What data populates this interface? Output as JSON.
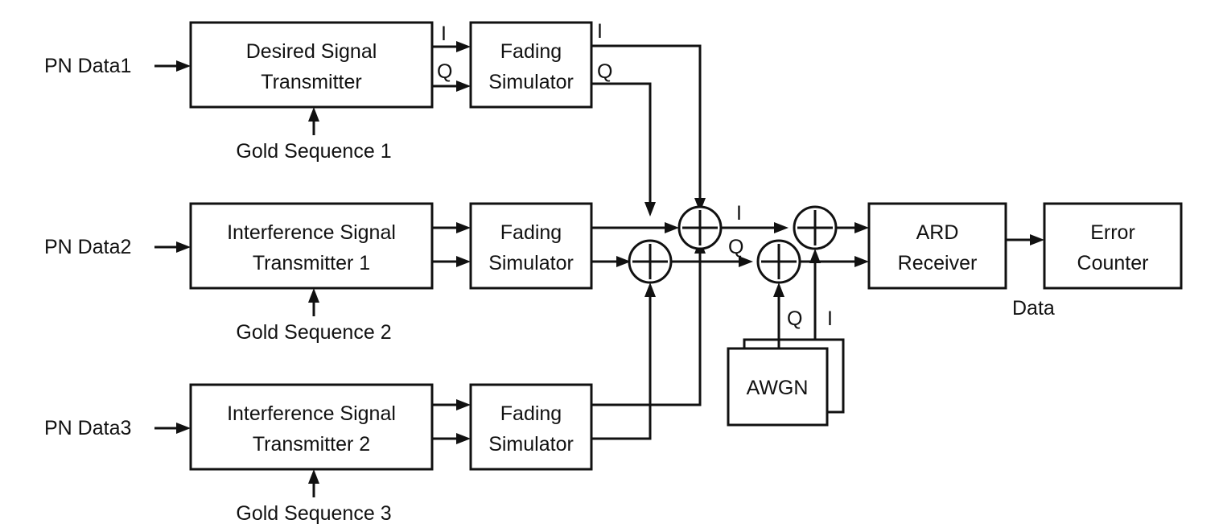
{
  "inputs": {
    "pn_data1": "PN Data1",
    "pn_data2": "PN Data2",
    "pn_data3": "PN Data3",
    "gold_seq1": "Gold Sequence 1",
    "gold_seq2": "Gold Sequence 2",
    "gold_seq3": "Gold Sequence 3"
  },
  "blocks": {
    "desired_tx": [
      "Desired Signal",
      "Transmitter"
    ],
    "interf_tx1": [
      "Interference Signal",
      "Transmitter 1"
    ],
    "interf_tx2": [
      "Interference Signal",
      "Transmitter 2"
    ],
    "fading1": [
      "Fading",
      "Simulator"
    ],
    "fading2": [
      "Fading",
      "Simulator"
    ],
    "fading3": [
      "Fading",
      "Simulator"
    ],
    "ard_receiver": [
      "ARD",
      "Receiver"
    ],
    "error_counter": [
      "Error",
      "Counter"
    ],
    "awgn": "AWGN"
  },
  "signals": {
    "i": "I",
    "q": "Q",
    "data": "Data"
  },
  "colors": {
    "line": "#111111",
    "background": "#ffffff"
  }
}
